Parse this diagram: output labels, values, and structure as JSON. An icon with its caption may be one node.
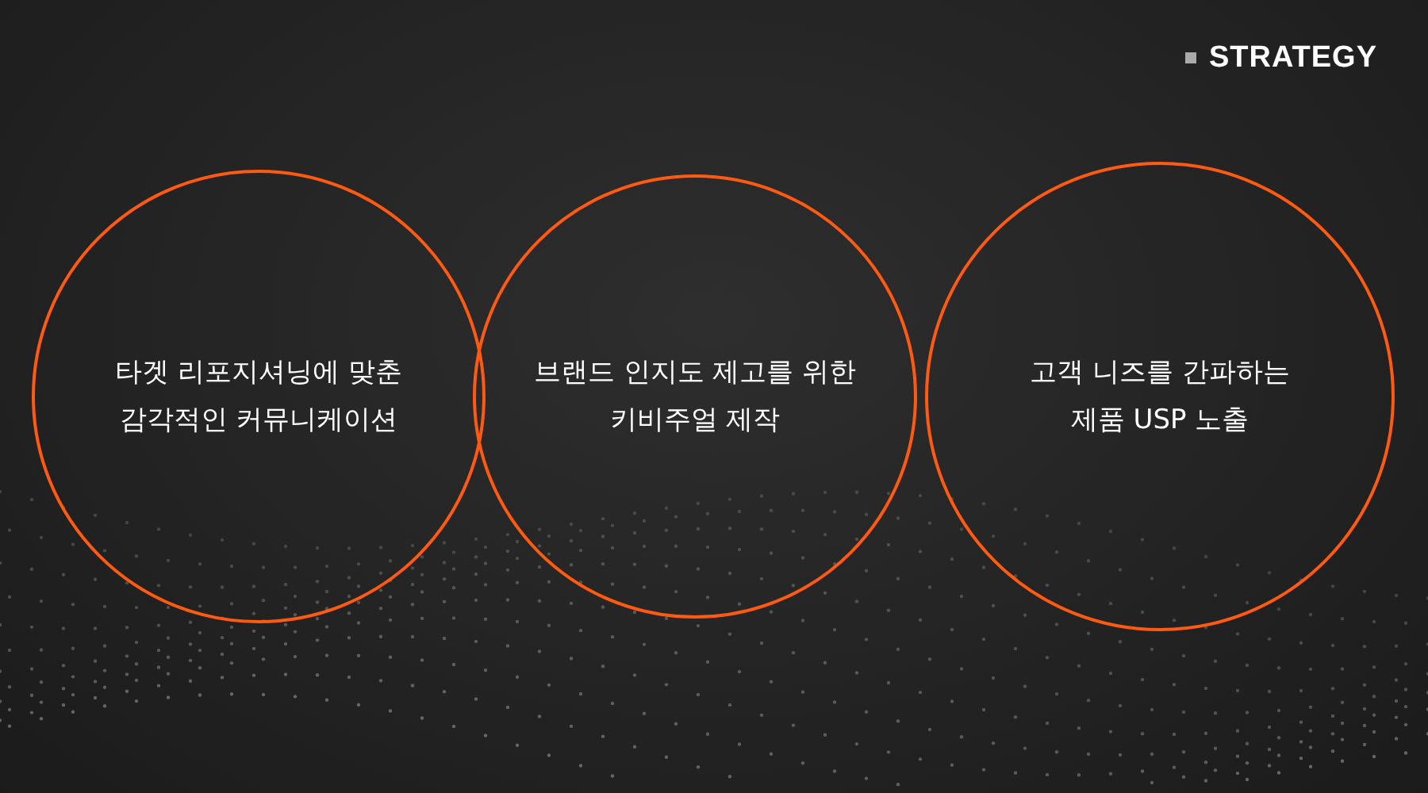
{
  "diagram": {
    "title": "STRATEGY",
    "nodes": [
      {
        "text": [
          "타겟 리포지셔닝에 맞춘 감각적인 커뮤니케이션"
        ]
      },
      {
        "text": [
          "브랜드 인지도 제고를 위한 키비주얼 제작"
        ]
      },
      {
        "text": [
          "고객 니즈를 간파하는 제품 USP 노출"
        ]
      }
    ]
  }
}
